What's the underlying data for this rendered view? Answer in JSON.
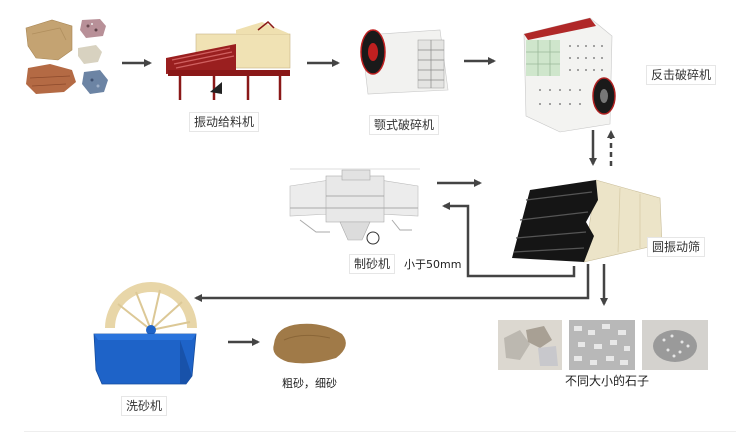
{
  "diagram": {
    "title": "",
    "nodes": {
      "raw_stones": {
        "label": ""
      },
      "vibrating_feeder": {
        "label": "振动给料机"
      },
      "jaw_crusher": {
        "label": "颚式破碎机"
      },
      "impact_crusher": {
        "label": "反击破碎机"
      },
      "circular_vibrating_screen": {
        "label": "圆振动筛"
      },
      "sand_making_machine": {
        "label": "制砂机",
        "note": "小于50mm"
      },
      "sand_washing_machine": {
        "label": "洗砂机"
      },
      "sand_product": {
        "label": "粗砂，细砂"
      },
      "stone_products": {
        "label": "不同大小的石子"
      }
    },
    "edges": [
      {
        "from": "raw_stones",
        "to": "vibrating_feeder",
        "style": "solid"
      },
      {
        "from": "vibrating_feeder",
        "to": "jaw_crusher",
        "style": "solid"
      },
      {
        "from": "jaw_crusher",
        "to": "impact_crusher",
        "style": "solid"
      },
      {
        "from": "impact_crusher",
        "to": "circular_vibrating_screen",
        "style": "solid"
      },
      {
        "from": "circular_vibrating_screen",
        "to": "impact_crusher",
        "style": "dashed"
      },
      {
        "from": "sand_making_machine",
        "to": "circular_vibrating_screen",
        "style": "solid"
      },
      {
        "from": "circular_vibrating_screen",
        "to": "sand_making_machine",
        "style": "solid"
      },
      {
        "from": "circular_vibrating_screen",
        "to": "sand_washing_machine",
        "style": "solid"
      },
      {
        "from": "circular_vibrating_screen",
        "to": "stone_products",
        "style": "solid"
      },
      {
        "from": "sand_washing_machine",
        "to": "sand_product",
        "style": "solid"
      }
    ],
    "colors": {
      "arrow": "#444444",
      "feeder_red": "#9a1f1f",
      "feeder_body": "#f0e2b4",
      "washer_blue": "#1e63c8",
      "screen_black": "#151515",
      "screen_body": "#ece4c8",
      "sand": "#a07a48"
    }
  }
}
